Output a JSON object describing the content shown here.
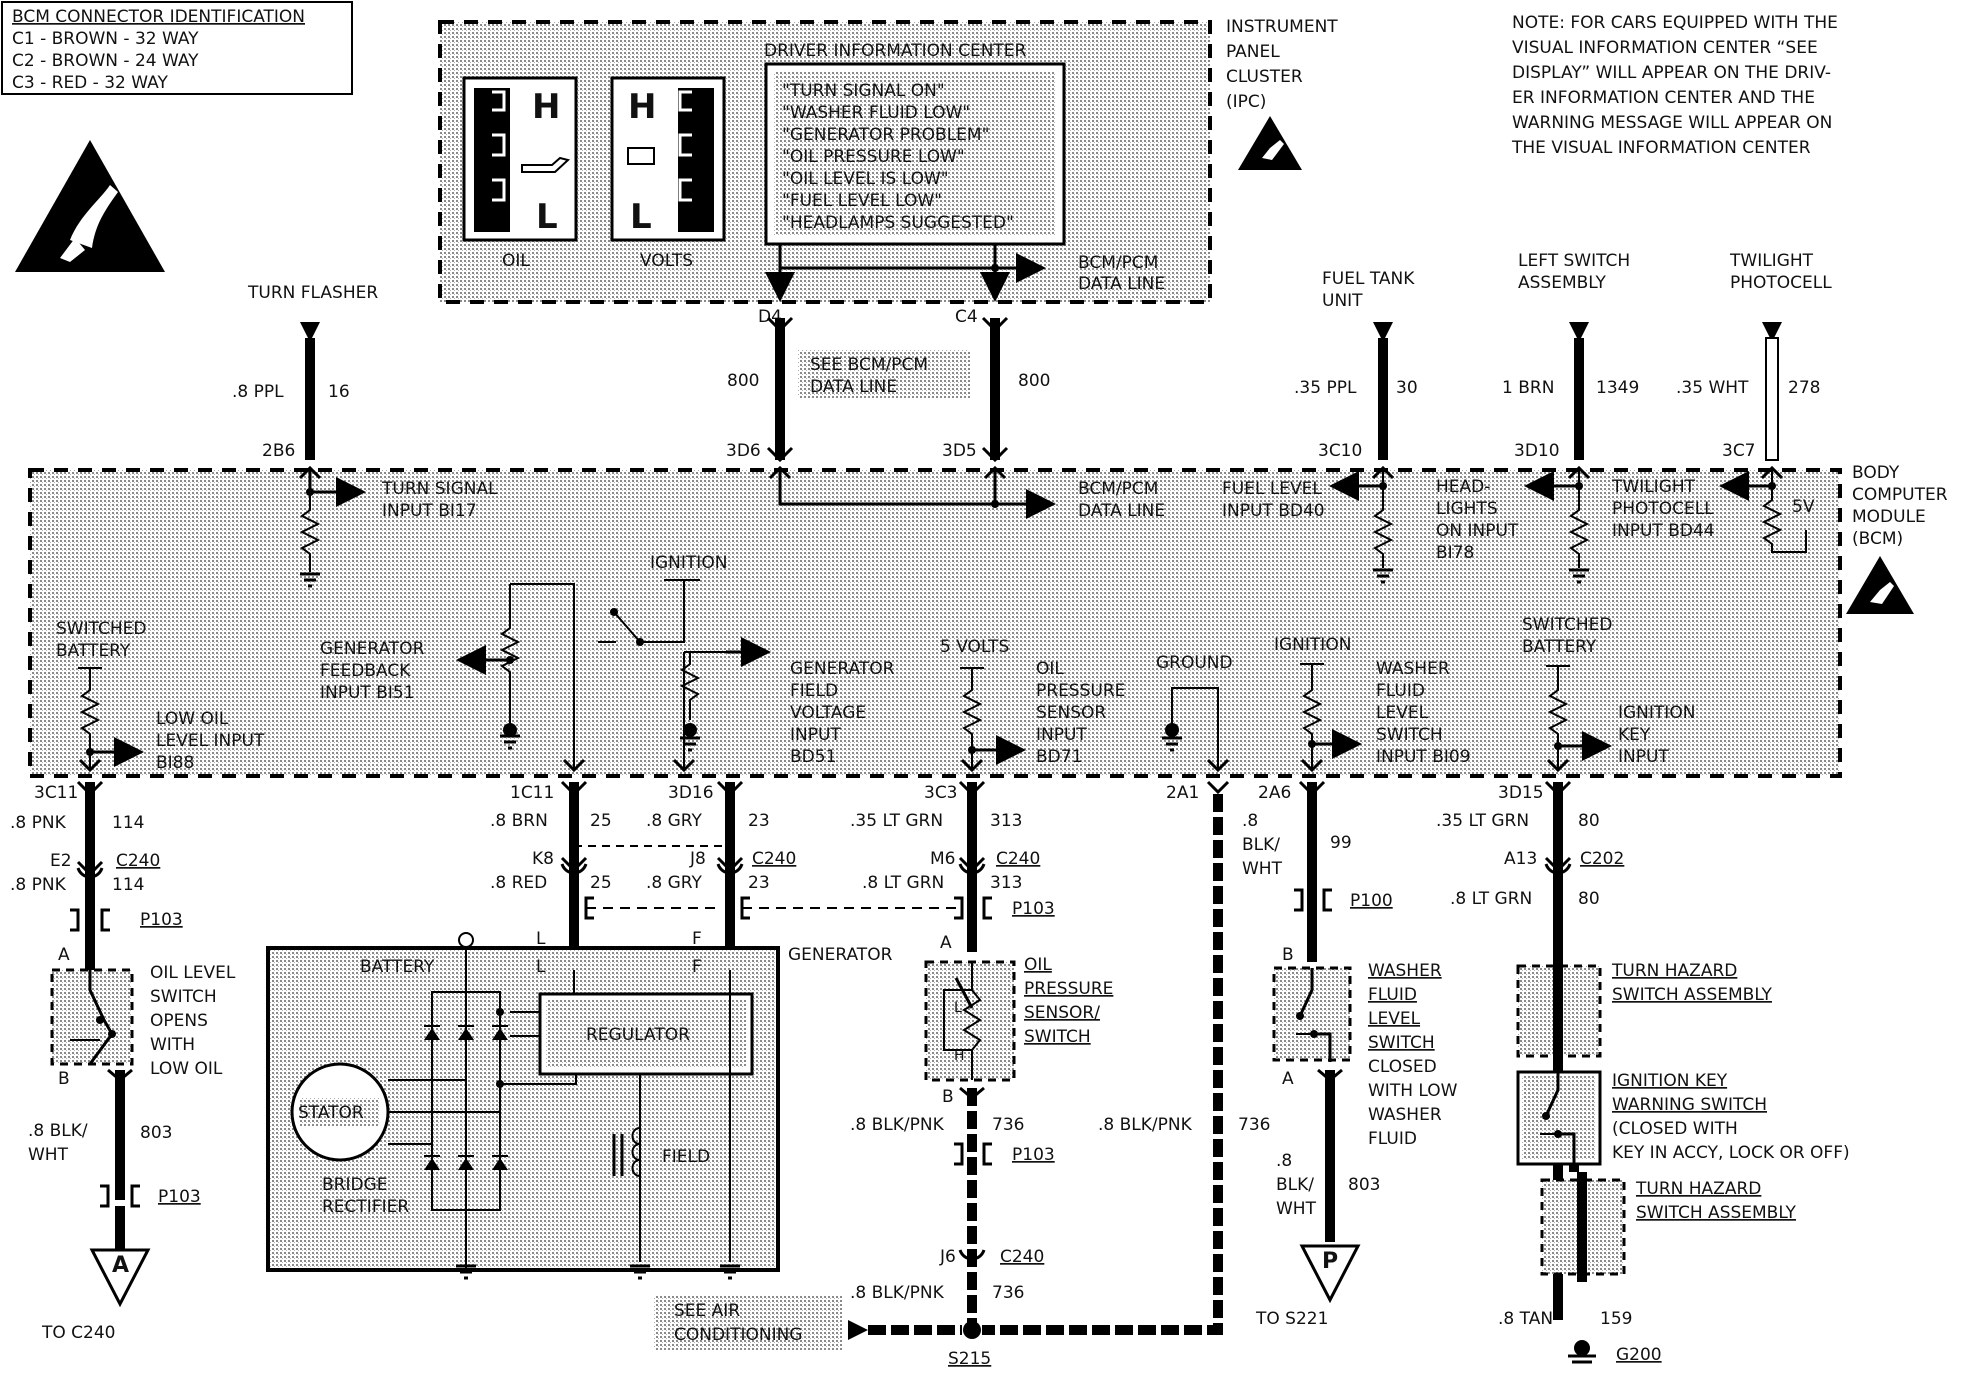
{
  "connector_id": {
    "title": "BCM CONNECTOR IDENTIFICATION",
    "lines": [
      "C1 - BROWN - 32 WAY",
      "C2 - BROWN - 24 WAY",
      "C3 - RED - 32 WAY"
    ]
  },
  "note": [
    "NOTE: FOR CARS EQUIPPED WITH THE",
    "VISUAL INFORMATION CENTER “SEE",
    "DISPLAY” WILL APPEAR ON THE DRIV-",
    "ER INFORMATION CENTER AND THE",
    "WARNING MESSAGE WILL APPEAR ON",
    "THE VISUAL INFORMATION CENTER"
  ],
  "ipc": {
    "label": [
      "INSTRUMENT",
      "PANEL",
      "CLUSTER",
      "(IPC)"
    ],
    "dic_title": "DRIVER INFORMATION CENTER",
    "messages": [
      "\"TURN SIGNAL ON\"",
      "\"WASHER FLUID LOW\"",
      "\"GENERATOR PROBLEM\"",
      "\"OIL PRESSURE LOW\"",
      "\"OIL LEVEL IS LOW\"",
      "\"FUEL LEVEL LOW\"",
      "\"HEADLAMPS SUGGESTED\""
    ],
    "gauges": [
      {
        "label": "OIL",
        "high": "H",
        "low": "L"
      },
      {
        "label": "VOLTS",
        "high": "H",
        "low": "L"
      }
    ],
    "data_line": [
      "BCM/PCM",
      "DATA LINE"
    ],
    "pins": [
      "D4",
      "C4"
    ]
  },
  "bcm": {
    "label": [
      "BODY",
      "COMPUTER",
      "MODULE",
      "(BCM)"
    ],
    "data_line": [
      "BCM/PCM",
      "DATA LINE"
    ],
    "see_data_line": [
      "SEE BCM/PCM",
      "DATA LINE"
    ],
    "labels": {
      "turn_signal_input": [
        "TURN SIGNAL",
        "INPUT BI17"
      ],
      "fuel_level_input": [
        "FUEL LEVEL",
        "INPUT BD40"
      ],
      "headlights_input": [
        "HEAD-",
        "LIGHTS",
        "ON INPUT",
        "BI78"
      ],
      "twilight_input": [
        "TWILIGHT",
        "PHOTOCELL",
        "INPUT BD44"
      ],
      "five_v": "5V",
      "switched_battery_left": [
        "SWITCHED",
        "BATTERY"
      ],
      "low_oil_input": [
        "LOW OIL",
        "LEVEL INPUT",
        "BI88"
      ],
      "gen_feedback": [
        "GENERATOR",
        "FEEDBACK",
        "INPUT BI51"
      ],
      "ignition_center": "IGNITION",
      "gen_field": [
        "GENERATOR",
        "FIELD",
        "VOLTAGE",
        "INPUT",
        "BD51"
      ],
      "five_volts": "5 VOLTS",
      "oil_pressure_input": [
        "OIL",
        "PRESSURE",
        "SENSOR",
        "INPUT",
        "BD71"
      ],
      "ground": "GROUND",
      "ignition_right": "IGNITION",
      "washer_input": [
        "WASHER",
        "FLUID",
        "LEVEL",
        "SWITCH",
        "INPUT BI09"
      ],
      "switched_battery_right": [
        "SWITCHED",
        "BATTERY"
      ],
      "ign_key_input": [
        "IGNITION",
        "KEY",
        "INPUT"
      ]
    }
  },
  "top_circuits": [
    {
      "device": [
        "TURN FLASHER"
      ],
      "gauge": ".8 PPL",
      "circuit": "16",
      "pin": "2B6"
    },
    {
      "device": [
        "FUEL TANK",
        "UNIT"
      ],
      "gauge": ".35 PPL",
      "circuit": "30",
      "pin": "3C10"
    },
    {
      "device": [
        "LEFT SWITCH",
        "ASSEMBLY"
      ],
      "gauge": "1 BRN",
      "circuit": "1349",
      "pin": "3D10"
    },
    {
      "device": [
        "TWILIGHT",
        "PHOTOCELL"
      ],
      "gauge": ".35 WHT",
      "circuit": "278",
      "pin": "3C7"
    }
  ],
  "data_link": {
    "circuit_left": "800",
    "circuit_right": "800",
    "pin_left": "3D6",
    "pin_right": "3D5"
  },
  "bottom_circuits": {
    "oil_level": {
      "pin": "3C11",
      "gauge": ".8 PNK",
      "circuit": "114",
      "conn_pin": "E2",
      "conn": "C240",
      "gauge2": ".8 PNK",
      "circuit2": "114",
      "p103": "P103",
      "term_a": "A",
      "term_b": "B",
      "switch_label": [
        "OIL LEVEL",
        "SWITCH",
        "OPENS",
        "WITH",
        "LOW OIL"
      ],
      "gauge3": [
        ".8 BLK/",
        "WHT"
      ],
      "circuit3": "803",
      "p103b": "P103",
      "dest": "A",
      "to": "TO C240"
    },
    "gen_l": {
      "pin": "1C11",
      "gauge": ".8 BRN",
      "circuit": "25",
      "conn_pin": "K8",
      "gauge2": ".8 RED",
      "circuit2": "25",
      "term": "L"
    },
    "gen_f": {
      "pin": "3D16",
      "gauge": ".8 GRY",
      "circuit": "23",
      "conn_pin": "J8",
      "conn": "C240",
      "gauge2": ".8 GRY",
      "circuit2": "23",
      "term": "F"
    },
    "oil_pressure": {
      "pin": "3C3",
      "gauge": ".35 LT GRN",
      "circuit": "313",
      "conn_pin": "M6",
      "conn": "C240",
      "gauge2": ".8 LT GRN",
      "circuit2": "313",
      "p103": "P103",
      "term_a": "A",
      "term_b": "B",
      "sensor_label": [
        "OIL",
        "PRESSURE",
        "SENSOR/",
        "SWITCH"
      ],
      "lo": "L",
      "hi": "H",
      "gauge3": ".8 BLK/PNK",
      "circuit3": "736",
      "p103b": "P103",
      "conn_pin2": "J6",
      "conn2": "C240",
      "gauge4": ".8 BLK/PNK",
      "circuit4": "736",
      "see_ac": [
        "SEE AIR",
        "CONDITIONING"
      ],
      "splice": "S215"
    },
    "ground": {
      "pin": "2A1",
      "gauge": ".8 BLK/PNK",
      "circuit": "736"
    },
    "washer": {
      "pin": "2A6",
      "gauge": [
        ".8",
        "BLK/",
        "WHT"
      ],
      "circuit": "99",
      "p100": "P100",
      "term_b": "B",
      "term_a": "A",
      "switch_label": [
        "WASHER",
        "FLUID",
        "LEVEL",
        "SWITCH",
        "CLOSED",
        "WITH LOW",
        "WASHER",
        "FLUID"
      ],
      "gauge2": [
        ".8",
        "BLK/",
        "WHT"
      ],
      "circuit2": "803",
      "dest": "P",
      "to": "TO S221"
    },
    "ign_key": {
      "pin": "3D15",
      "gauge": ".35 LT GRN",
      "circuit": "80",
      "conn_pin": "A13",
      "conn": "C202",
      "gauge2": ".8 LT GRN",
      "circuit2": "80",
      "hazard1": [
        "TURN HAZARD",
        "SWITCH ASSEMBLY"
      ],
      "key_switch": [
        "IGNITION KEY",
        "WARNING SWITCH",
        "(CLOSED WITH",
        "KEY IN  ACCY, LOCK OR OFF)"
      ],
      "hazard2": [
        "TURN HAZARD",
        "SWITCH ASSEMBLY"
      ],
      "gauge3": ".8 TAN",
      "circuit3": "159",
      "ground": "G200"
    }
  },
  "generator": {
    "label": "GENERATOR",
    "battery": "BATTERY",
    "regulator": "REGULATOR",
    "stator": "STATOR",
    "bridge": [
      "BRIDGE",
      "RECTIFIER"
    ],
    "field": "FIELD",
    "term_l": "L",
    "term_f": "F"
  }
}
